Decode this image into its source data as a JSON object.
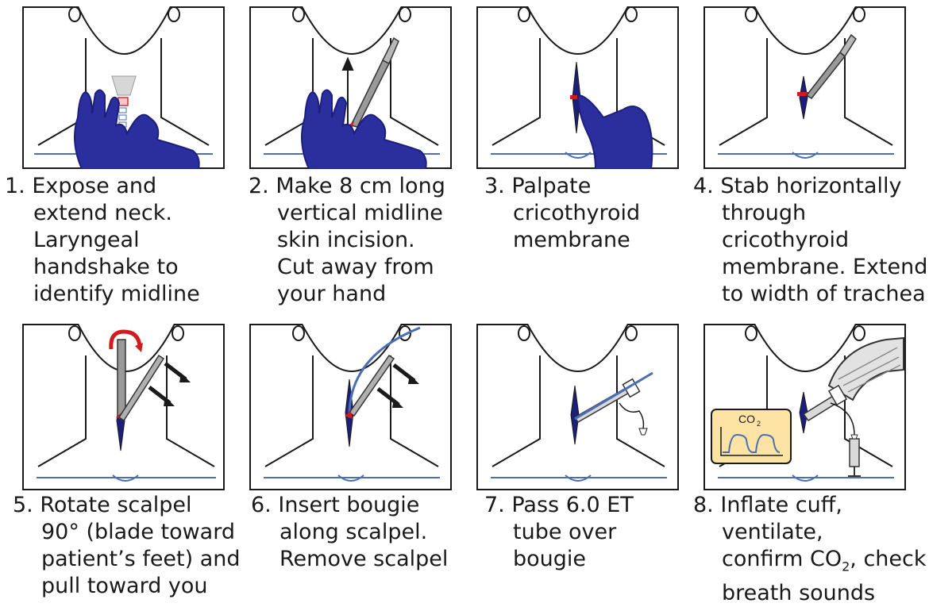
{
  "steps": [
    {
      "num": "1.",
      "lines": [
        "Expose and",
        "extend neck.",
        "Laryngeal",
        "handshake to",
        "identify midline"
      ]
    },
    {
      "num": "2.",
      "lines": [
        "Make 8 cm long",
        "vertical midline",
        "skin incision.",
        "Cut away from",
        "your hand"
      ]
    },
    {
      "num": "3.",
      "lines": [
        "Palpate",
        "cricothyroid",
        "membrane"
      ]
    },
    {
      "num": "4.",
      "lines": [
        "Stab horizontally",
        "through",
        "cricothyroid",
        "membrane. Extend",
        "to width of trachea"
      ]
    },
    {
      "num": "5.",
      "lines": [
        "Rotate scalpel",
        "90° (blade toward",
        "patient’s feet) and",
        "pull toward you"
      ]
    },
    {
      "num": "6.",
      "lines": [
        "Insert bougie",
        "along scalpel.",
        "Remove scalpel"
      ]
    },
    {
      "num": "7.",
      "lines": [
        "Pass 6.0 ET",
        "tube over",
        "bougie"
      ]
    },
    {
      "num": "8.",
      "lines": [
        "Inflate cuff,",
        "ventilate,",
        "confirm CO",
        ", check",
        "breath sounds"
      ],
      "co2_sub": "2"
    }
  ],
  "monitor": {
    "label_main": "CO",
    "label_sub": "2"
  },
  "colors": {
    "glove": "#2b2f9e",
    "glove_dark": "#1c1f7a",
    "blade_red": "#d01c1c",
    "line_blue": "#4a6fb5",
    "monitor_bg": "#fde3a4",
    "outline": "#1a1a1a"
  }
}
